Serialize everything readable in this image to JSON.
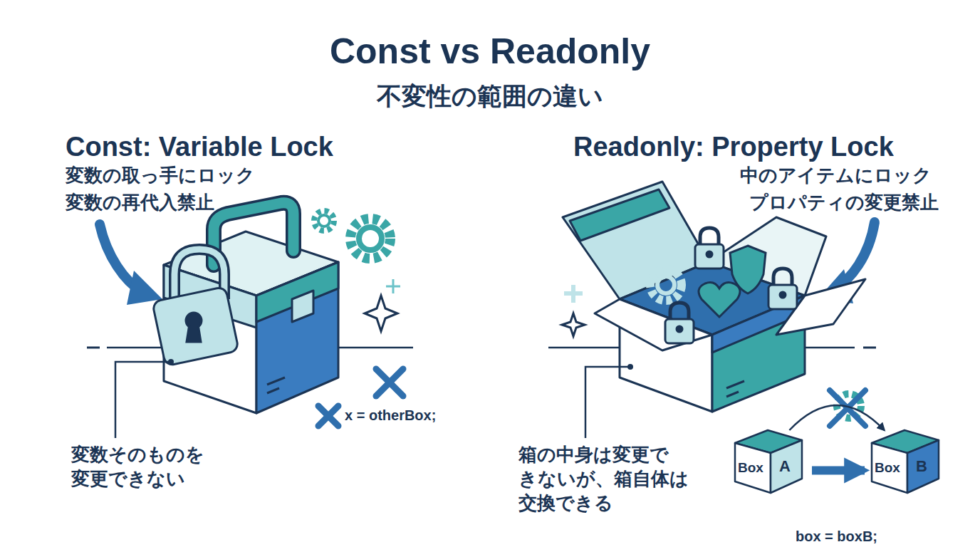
{
  "diagram": {
    "title": "Const vs Readonly",
    "nodes": [
      {
        "text": [
          "Box",
          "A"
        ]
      },
      {
        "text": [
          "Box",
          "B"
        ]
      }
    ],
    "edges": [
      {
        "from": 0,
        "to": 1,
        "arrow": "to"
      },
      {
        "from": 0,
        "to": 1,
        "arrow": "to"
      }
    ],
    "labels": [
      "不変性の範囲の違い",
      "Const: Variable Lock",
      "変数の取っ手にロック",
      "変数の再代入禁止",
      "x = otherBox;",
      "変数そのものを 変更できない",
      "Readonly: Property Lock",
      "中のアイテムにロック",
      "プロパティの変更禁止",
      "箱の中身は変更で きないが、箱自体は 交換できる",
      "box = boxB;"
    ]
  }
}
